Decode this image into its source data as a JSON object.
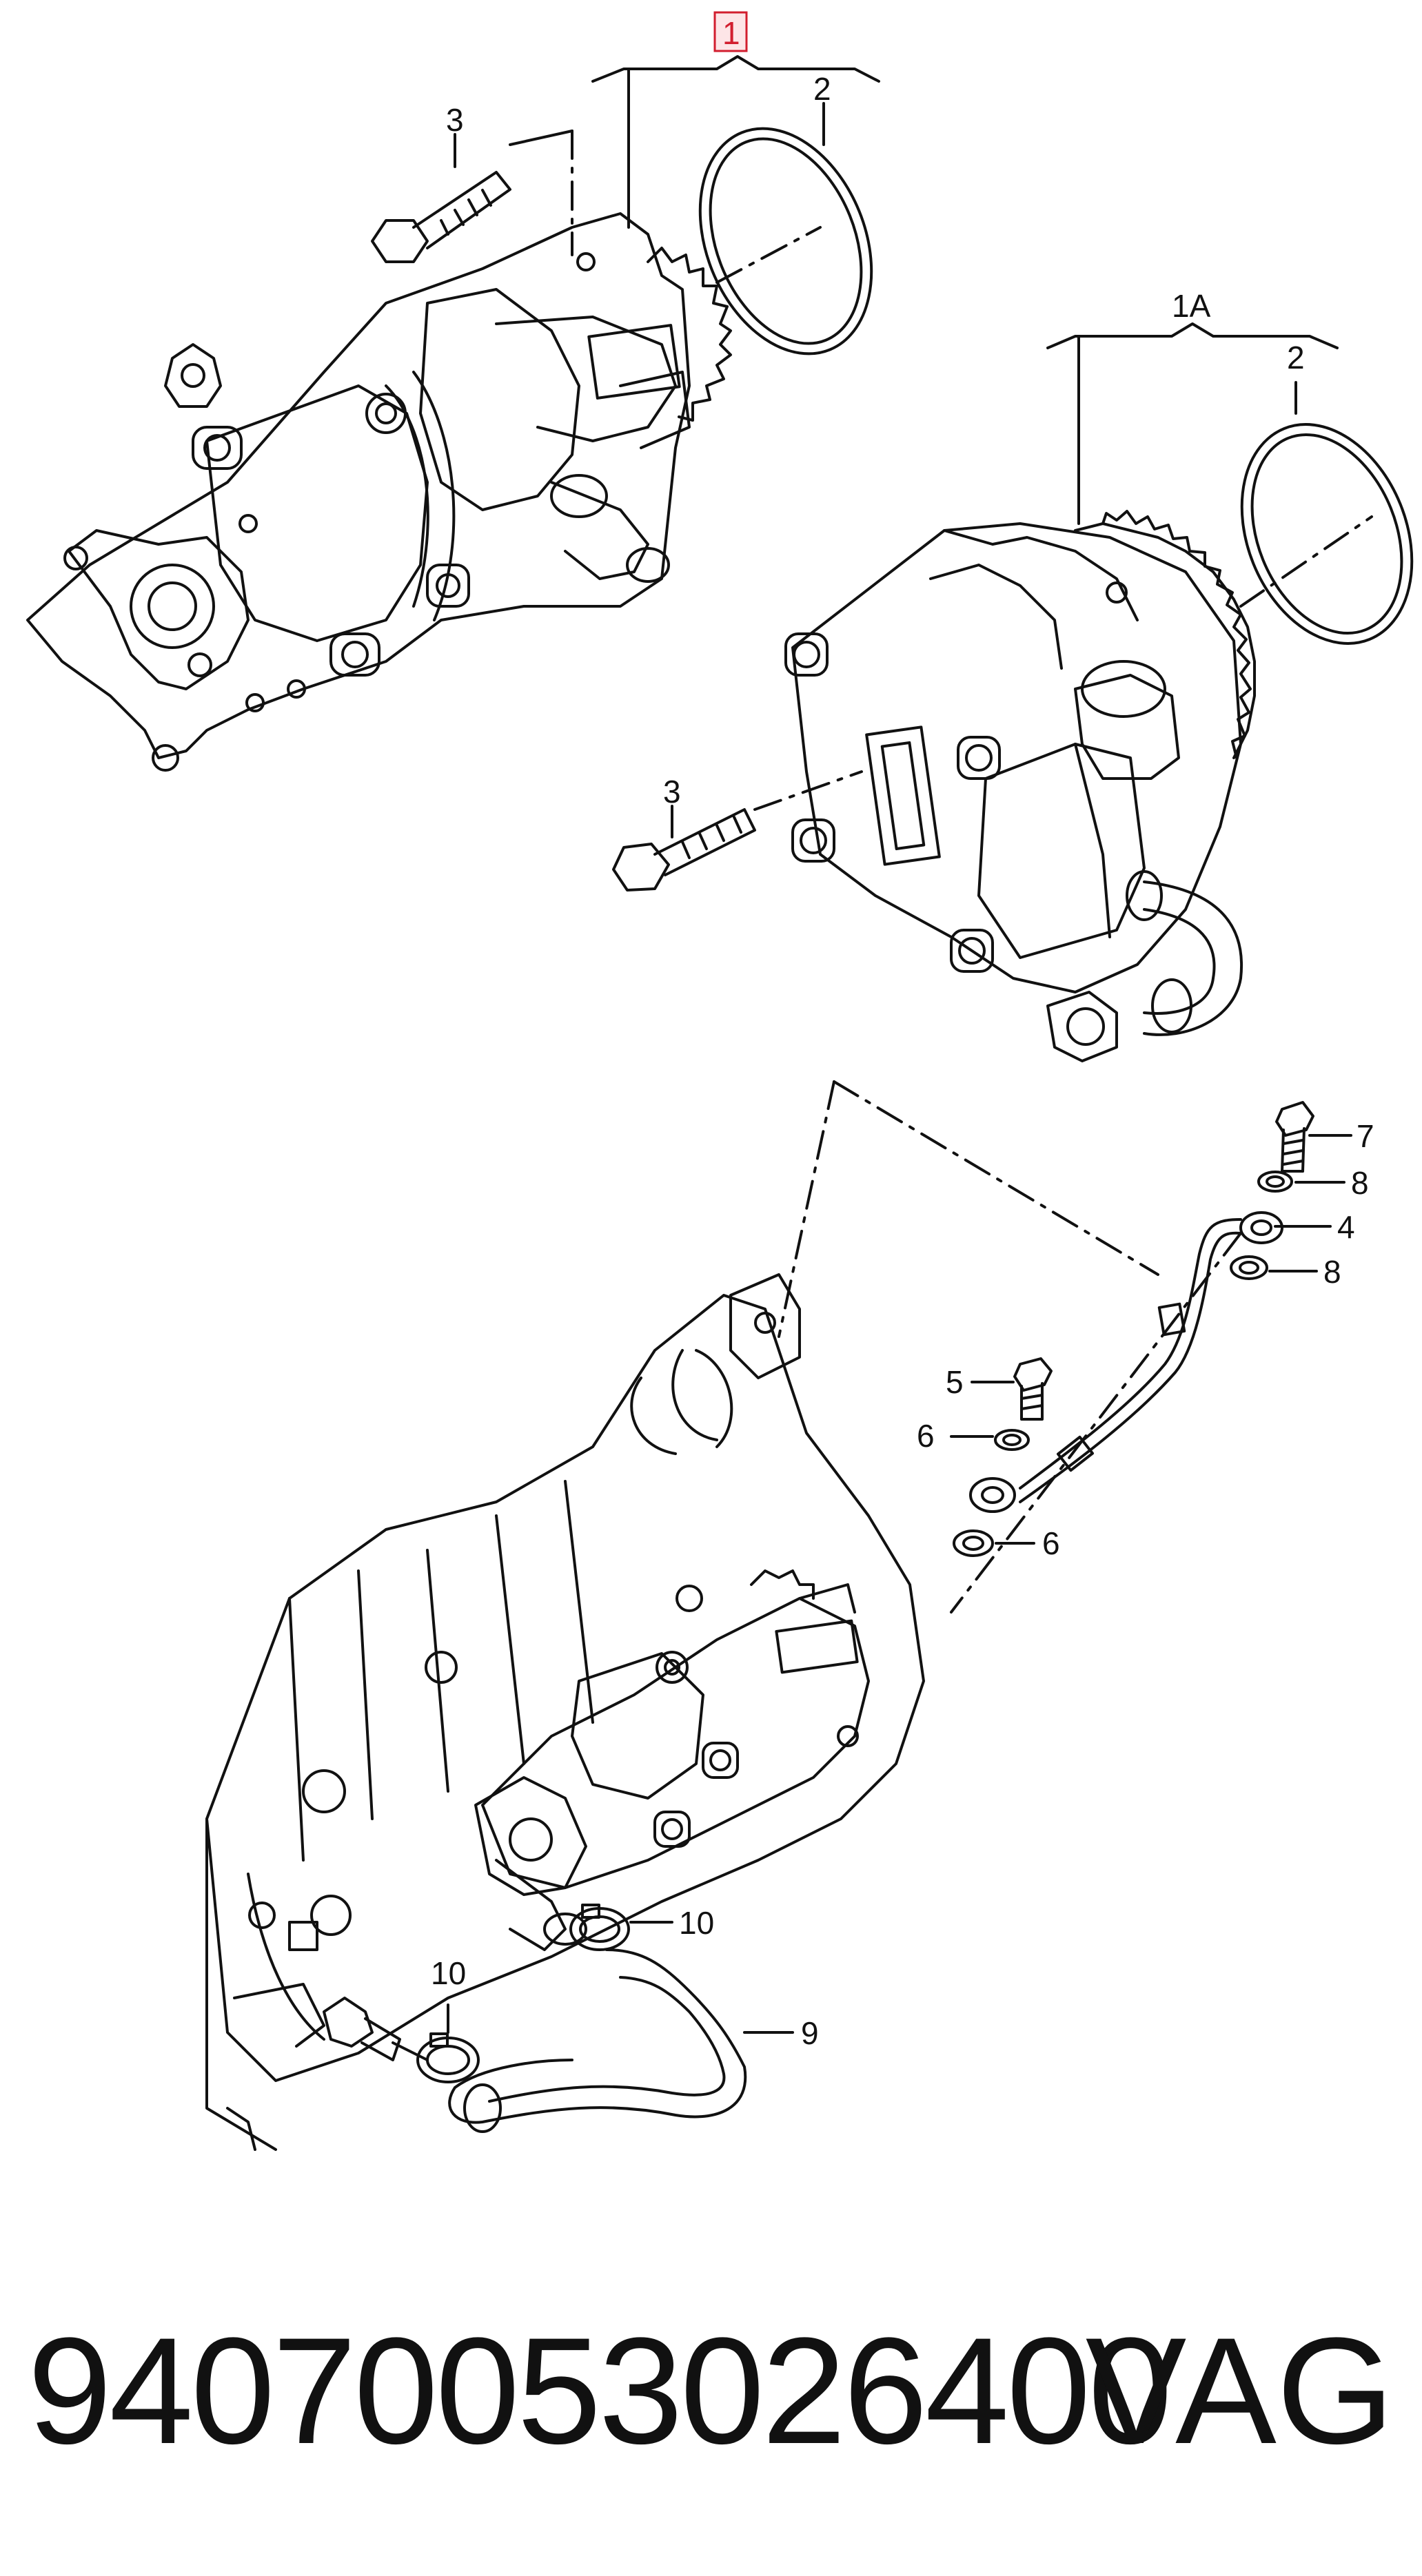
{
  "callouts": {
    "c1": "1",
    "c1a": "1A",
    "c2a": "2",
    "c2b": "2",
    "c3a": "3",
    "c3b": "3",
    "c4": "4",
    "c5": "5",
    "c6a": "6",
    "c6b": "6",
    "c7": "7",
    "c8a": "8",
    "c8b": "8",
    "c9": "9",
    "c10a": "10",
    "c10b": "10"
  },
  "footer": {
    "part_number": "94070053026400",
    "brand": "VAG"
  },
  "colors": {
    "line": "#111111",
    "highlight": "#d21e2f",
    "highlight_fill": "#fde5e7"
  }
}
